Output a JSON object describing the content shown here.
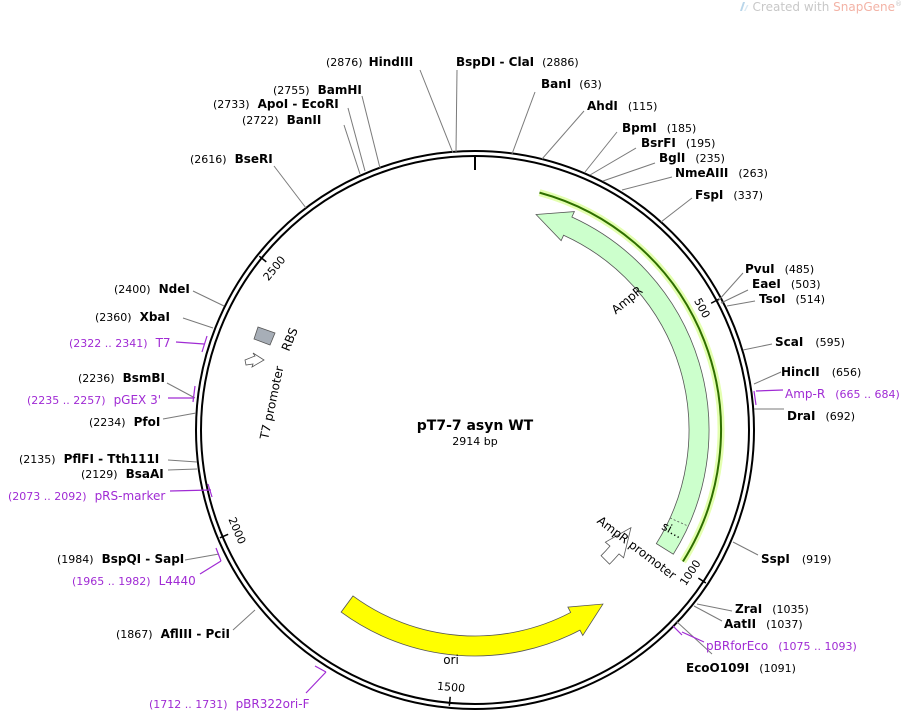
{
  "watermark": {
    "prefix": "Created with ",
    "brand": "SnapGene",
    "reg": "®"
  },
  "plasmid": {
    "name": "pT7-7 asyn WT",
    "length_label": "2914 bp",
    "length": 2914
  },
  "ticks": [
    {
      "label": "500",
      "pos": 500
    },
    {
      "label": "1000",
      "pos": 1000
    },
    {
      "label": "1500",
      "pos": 1500
    },
    {
      "label": "2000",
      "pos": 2000
    },
    {
      "label": "2500",
      "pos": 2500
    }
  ],
  "features": {
    "amp_r": {
      "label": "AmpR",
      "start": 128,
      "end": 988,
      "color": "#ccffcc"
    },
    "amp_r_signal": {
      "label": "si...",
      "start": 925,
      "end": 988,
      "color": "#ccffcc"
    },
    "amp_r_promoter": {
      "label": "AmpR promoter",
      "start": 988,
      "end": 1092
    },
    "ori": {
      "label": "ori",
      "start": 1163,
      "end": 1751,
      "color": "#ffff00"
    },
    "t7_promoter": {
      "label": "T7 promoter",
      "start": 2322,
      "end": 2340
    },
    "rbs": {
      "label": "RBS",
      "start": 2373,
      "end": 2378
    }
  },
  "sites": [
    {
      "name": "HindIII",
      "pos_label": "(2876)"
    },
    {
      "name": "BspDI",
      "name2": "ClaI",
      "pos_label": "(2886)"
    },
    {
      "name": "BanI",
      "pos_label": "(63)"
    },
    {
      "name": "AhdI",
      "pos_label": "(115)"
    },
    {
      "name": "BpmI",
      "pos_label": "(185)"
    },
    {
      "name": "BsrFI",
      "pos_label": "(195)"
    },
    {
      "name": "BglI",
      "pos_label": "(235)"
    },
    {
      "name": "NmeAIII",
      "pos_label": "(263)"
    },
    {
      "name": "FspI",
      "pos_label": "(337)"
    },
    {
      "name": "PvuI",
      "pos_label": "(485)"
    },
    {
      "name": "EaeI",
      "pos_label": "(503)"
    },
    {
      "name": "TsoI",
      "pos_label": "(514)"
    },
    {
      "name": "ScaI",
      "pos_label": "(595)"
    },
    {
      "name": "HincII",
      "pos_label": "(656)"
    },
    {
      "name": "DraI",
      "pos_label": "(692)"
    },
    {
      "name": "SspI",
      "pos_label": "(919)"
    },
    {
      "name": "ZraI",
      "pos_label": "(1035)"
    },
    {
      "name": "AatII",
      "pos_label": "(1037)"
    },
    {
      "name": "EcoO109I",
      "pos_label": "(1091)"
    },
    {
      "name": "AflIII",
      "name2": "PciI",
      "pos_label": "(1867)"
    },
    {
      "name": "BspQI",
      "name2": "SapI",
      "pos_label": "(1984)"
    },
    {
      "name": "BsaAI",
      "pos_label": "(2129)"
    },
    {
      "name": "PflFI",
      "name2": "Tth111I",
      "pos_label": "(2135)"
    },
    {
      "name": "PfoI",
      "pos_label": "(2234)"
    },
    {
      "name": "BsmBI",
      "pos_label": "(2236)"
    },
    {
      "name": "XbaI",
      "pos_label": "(2360)"
    },
    {
      "name": "NdeI",
      "pos_label": "(2400)"
    },
    {
      "name": "BseRI",
      "pos_label": "(2616)"
    },
    {
      "name": "BanII",
      "pos_label": "(2722)"
    },
    {
      "name": "ApoI",
      "name2": "EcoRI",
      "pos_label": "(2733)"
    },
    {
      "name": "BamHI",
      "pos_label": "(2755)"
    }
  ],
  "primers": [
    {
      "name": "Amp-R",
      "range": "(665 .. 684)"
    },
    {
      "name": "pBRforEco",
      "range": "(1075 .. 1093)"
    },
    {
      "name": "pBR322ori-F",
      "range": "(1712 .. 1731)"
    },
    {
      "name": "L4440",
      "range": "(1965 .. 1982)"
    },
    {
      "name": "pRS-marker",
      "range": "(2073 .. 2092)"
    },
    {
      "name": "pGEX 3'",
      "range": "(2235 .. 2257)"
    },
    {
      "name": "T7",
      "range": "(2322 .. 2341)"
    }
  ]
}
